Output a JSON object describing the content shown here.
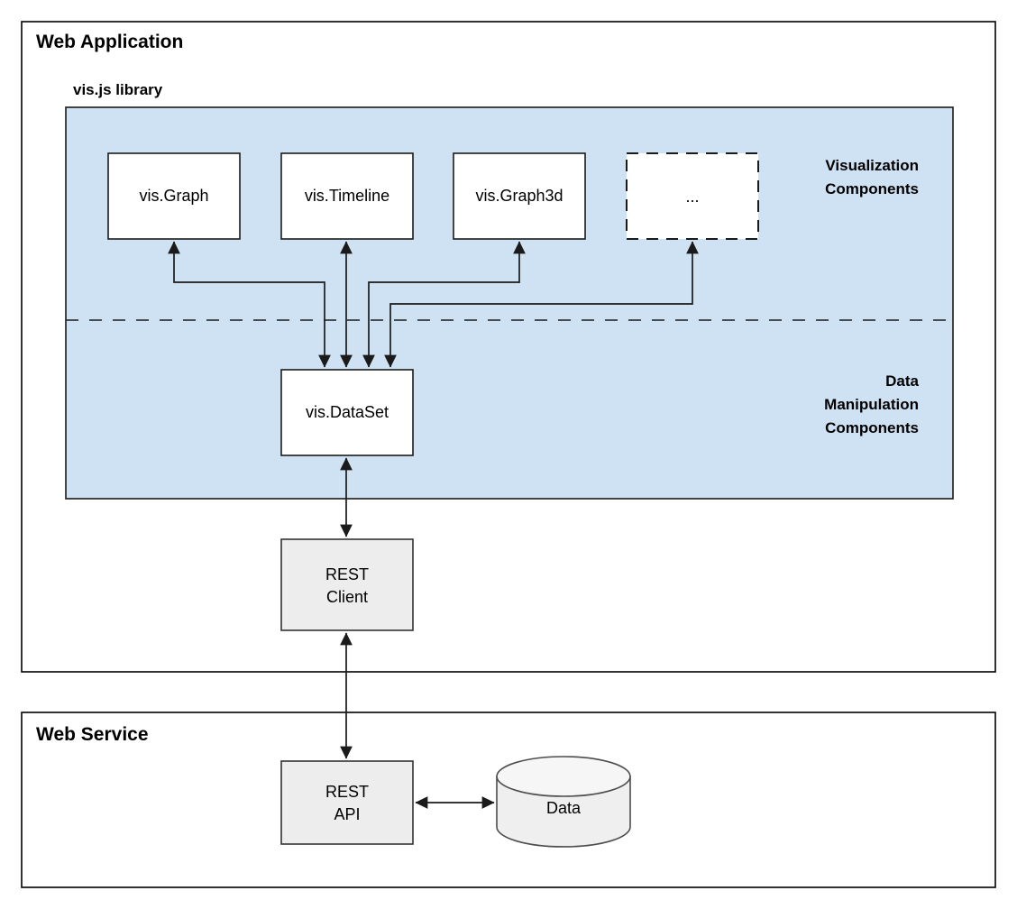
{
  "sections": {
    "web_application": {
      "title": "Web Application",
      "library_title": "vis.js library"
    },
    "web_service": {
      "title": "Web Service"
    }
  },
  "group_labels": {
    "visualization": [
      "Visualization",
      "Components"
    ],
    "data_manipulation": [
      "Data",
      "Manipulation",
      "Components"
    ]
  },
  "nodes": {
    "vis_graph": "vis.Graph",
    "vis_timeline": "vis.Timeline",
    "vis_graph3d": "vis.Graph3d",
    "more_components": "...",
    "vis_dataset": "vis.DataSet",
    "rest_client_line1": "REST",
    "rest_client_line2": "Client",
    "rest_api_line1": "REST",
    "rest_api_line2": "API",
    "data_store": "Data"
  },
  "colors": {
    "library_panel_fill": "#cfe2f3",
    "node_fill": "#ffffff",
    "gray_node_fill": "#ededed",
    "cylinder_fill": "#efefef",
    "stroke": "#1a1a1a",
    "page_background": "#ffffff"
  }
}
